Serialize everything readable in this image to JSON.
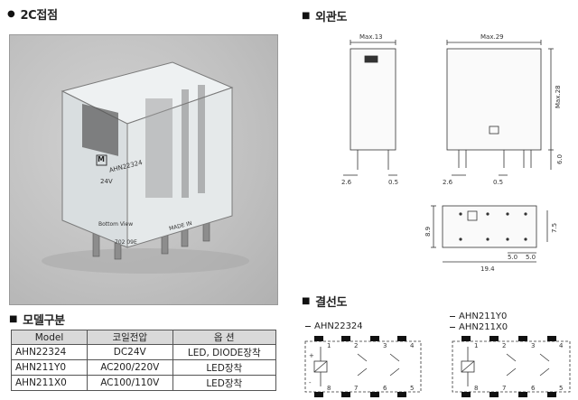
{
  "sections": {
    "contact": "2C접점",
    "outline": "외관도",
    "model": "모델구분",
    "wiring": "결선도"
  },
  "dimensions": {
    "front_width": "Max.13",
    "side_width": "Max.29",
    "height": "Max.28",
    "pin_length": "6.0",
    "front_pin_pitch": "2.6",
    "front_pin_width": "0.5",
    "side_pin_pitch": "2.6",
    "side_pin_width": "0.5",
    "bottom_height": "8.9",
    "bottom_right_height": "7.5",
    "bottom_pitch_a": "5.0",
    "bottom_pitch_b": "5.0",
    "bottom_length": "19.4"
  },
  "relay_photo": {
    "brand_icon": "M",
    "model_text": "AHN22324",
    "voltage_text": "24V",
    "bottom_text": "Bottom View",
    "made_in": "MADE IN",
    "lot": "702 09E"
  },
  "table": {
    "headers": [
      "Model",
      "코일전압",
      "옵 션"
    ],
    "rows": [
      [
        "AHN22324",
        "DC24V",
        "LED, DIODE장착"
      ],
      [
        "AHN211Y0",
        "AC200/220V",
        "LED장착"
      ],
      [
        "AHN211X0",
        "AC100/110V",
        "LED장착"
      ]
    ]
  },
  "wiring": {
    "left_model": "AHN22324",
    "right_models": [
      "AHN211Y0",
      "AHN211X0"
    ],
    "top_pins": [
      "1",
      "2",
      "3",
      "4"
    ],
    "bottom_pins": [
      "8",
      "7",
      "6",
      "5"
    ],
    "polarity_plus": "+",
    "polarity_minus": "-"
  }
}
